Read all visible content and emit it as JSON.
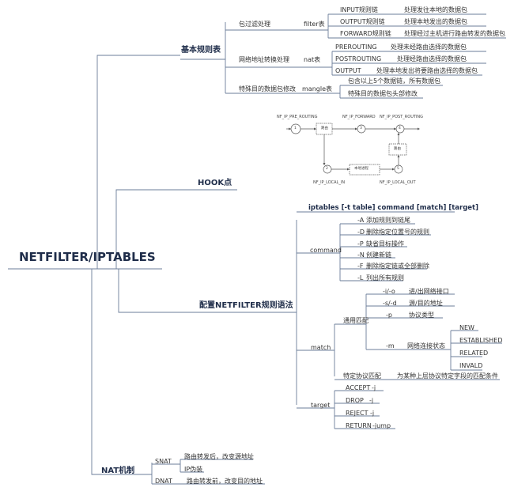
{
  "root": {
    "title": "NETFILTER/IPTABLES"
  },
  "rules": {
    "title": "基本规则表",
    "filter_purpose": "包过滤处理",
    "filter_table": "filter表",
    "input": "INPUT规则链",
    "input_desc": "处理发往本地的数据包",
    "output": "OUTPUT规则链",
    "output_desc": "处理本地发出的数据包",
    "forward": "FORWARD规则链",
    "forward_desc": "处理经过主机进行路由转发的数据包",
    "nat_purpose": "网络地址转换处理",
    "nat_table": "nat表",
    "prerouting": "PREROUTING",
    "prerouting_desc": "处理未经路由选择的数据包",
    "postrouting": "POSTROUTING",
    "postrouting_desc": "处理经路由选择的数据包",
    "nat_output": "OUTPUT",
    "nat_output_desc": "处理本地发出将要路由选择的数据包",
    "mangle_purpose": "特殊目的数据包修改",
    "mangle_table": "mangle表",
    "mangle_desc1": "包含以上5个数据链，所有数据包",
    "mangle_desc2": "特殊目的数据包头部修改"
  },
  "hook": {
    "title": "HOOK点",
    "pre_routing": "NF_IP_PRE_ROUTING",
    "forward": "NF_IP_FORWARD",
    "post_routing": "NF_IP_POST_ROUTING",
    "local_in": "NF_IP_LOCAL_IN",
    "local_out": "NF_IP_LOCAL_OUT",
    "route1": "路由",
    "route2": "路由",
    "local_process": "本地进程",
    "n1": "1",
    "n2": "2",
    "n3": "3",
    "n4": "4",
    "n5": "5"
  },
  "config": {
    "title": "配置NETFILTER规则语法",
    "syntax": "iptables [-t table] command [match] [target]",
    "command_label": "command",
    "commands": [
      {
        "opt": "-A",
        "desc": "添加规则到链尾"
      },
      {
        "opt": "-D",
        "desc": "删除指定位置号的规则"
      },
      {
        "opt": "-P",
        "desc": "缺省目标操作"
      },
      {
        "opt": "-N",
        "desc": "创建新链"
      },
      {
        "opt": "-F",
        "desc": "删除指定链或全部删除"
      },
      {
        "opt": "-L",
        "desc": "列出所有规则"
      }
    ],
    "match_label": "match",
    "general_label": "通用匹配",
    "iface_opt": "-i/-o",
    "iface_desc": "进/出网络接口",
    "addr_opt": "-s/-d",
    "addr_desc": "源/目的地址",
    "proto_opt": "-p",
    "proto_desc": "协议类型",
    "state_opt": "-m",
    "state_desc": "网络连接状态",
    "states": [
      "NEW",
      "ESTABLISHED",
      "RELATED",
      "INVALD"
    ],
    "proto_specific": "特定协议匹配",
    "proto_specific_desc": "为某种上层协议特定字段的匹配条件",
    "target_label": "target",
    "targets": [
      {
        "name": "ACCEPT",
        "opt": "-j"
      },
      {
        "name": "DROP",
        "opt": "-j"
      },
      {
        "name": "REJECT",
        "opt": "-j"
      },
      {
        "name": "RETURN",
        "opt": "-jump"
      }
    ]
  },
  "nat": {
    "title": "NAT机制",
    "snat": "SNAT",
    "snat_desc1": "路由转发后，改变源地址",
    "snat_desc2": "IP伪装",
    "dnat": "DNAT",
    "dnat_desc": "路由转发前，改变目的地址"
  }
}
